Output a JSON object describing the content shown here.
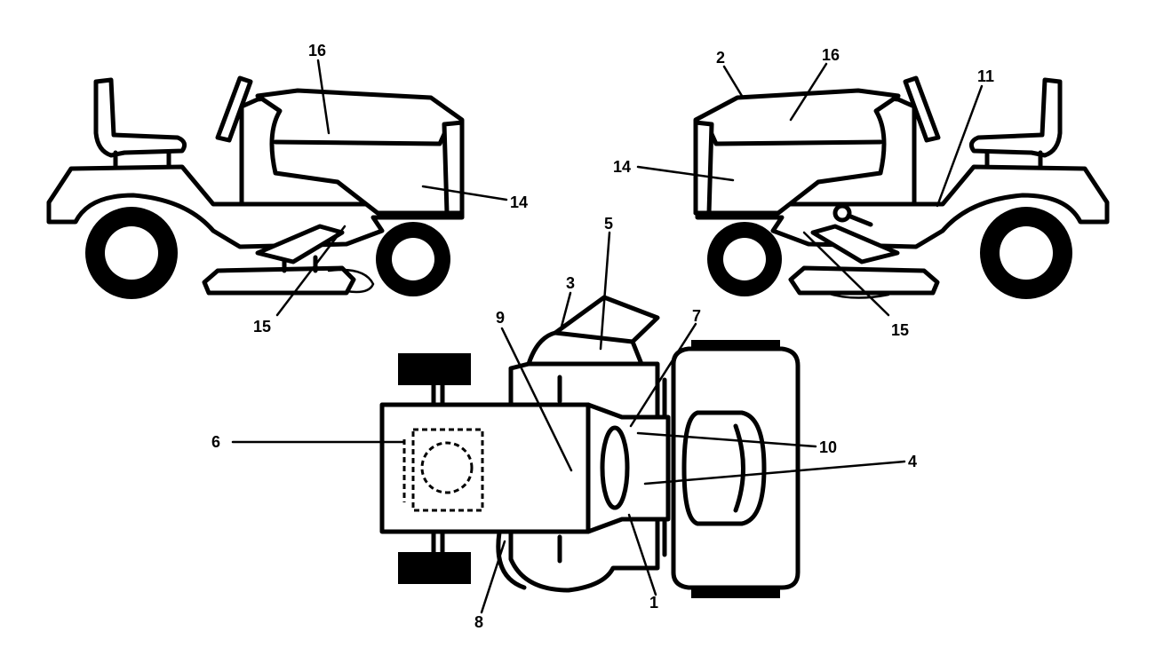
{
  "labels": {
    "l1": "1",
    "l2": "2",
    "l3": "3",
    "l4": "4",
    "l5": "5",
    "l6": "6",
    "l7": "7",
    "l8": "8",
    "l9": "9",
    "l10": "10",
    "l11": "11",
    "l14a": "14",
    "l14b": "14",
    "l15a": "15",
    "l15b": "15",
    "l16a": "16",
    "l16b": "16"
  }
}
